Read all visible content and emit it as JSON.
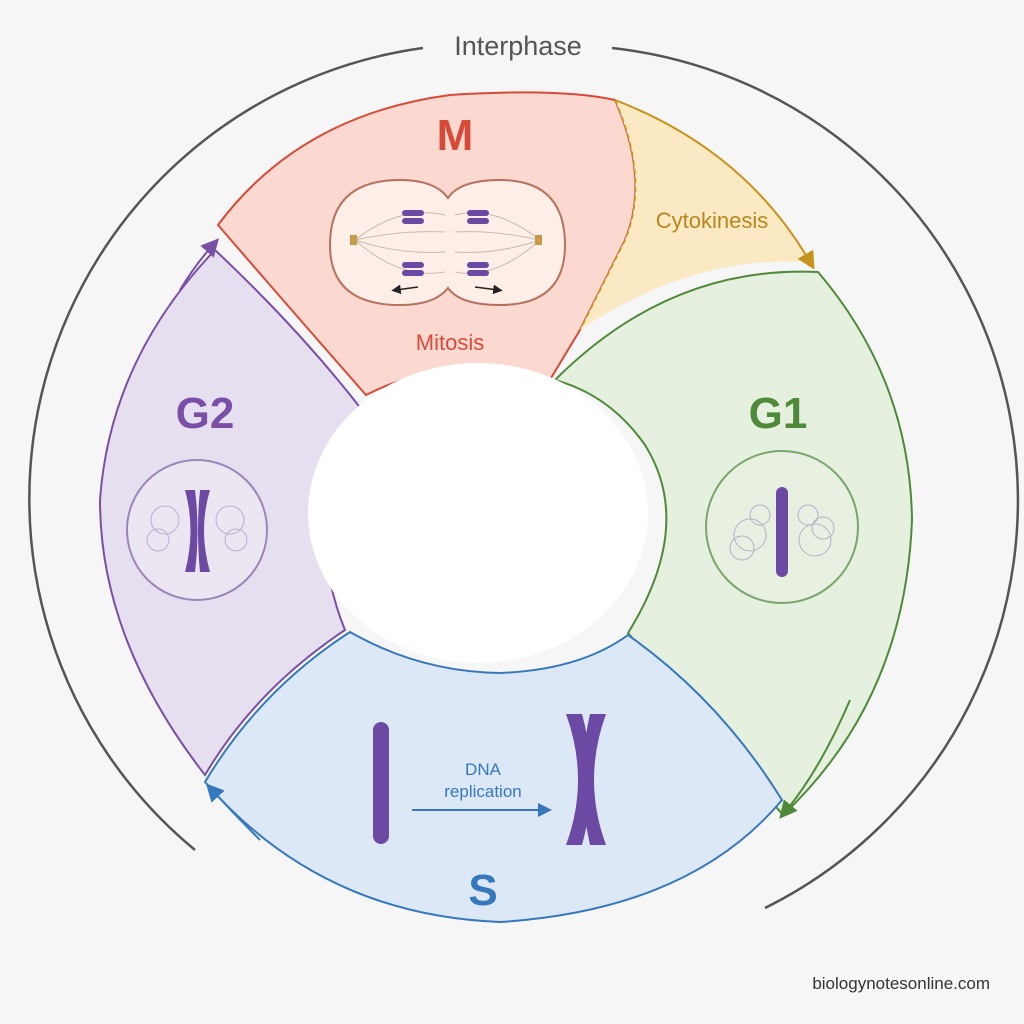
{
  "outer_label": "Interphase",
  "phases": {
    "m": {
      "label": "M",
      "sublabel": "Mitosis",
      "color": "#d84a38",
      "fill": "#fbd9d0"
    },
    "cytokinesis": {
      "label": "Cytokinesis",
      "color": "#c7931a",
      "fill": "#fbe9c4"
    },
    "g1": {
      "label": "G1",
      "color": "#4e8a3a",
      "fill": "#e5f0de"
    },
    "s": {
      "label": "S",
      "color": "#3578bd",
      "fill": "#dde8f6",
      "process_label_line1": "DNA",
      "process_label_line2": "replication"
    },
    "g2": {
      "label": "G2",
      "color": "#7a4fa6",
      "fill": "#e6dff0"
    }
  },
  "chromosome_color": "#6c4aa4",
  "watermark": "biologynotesonline.com"
}
